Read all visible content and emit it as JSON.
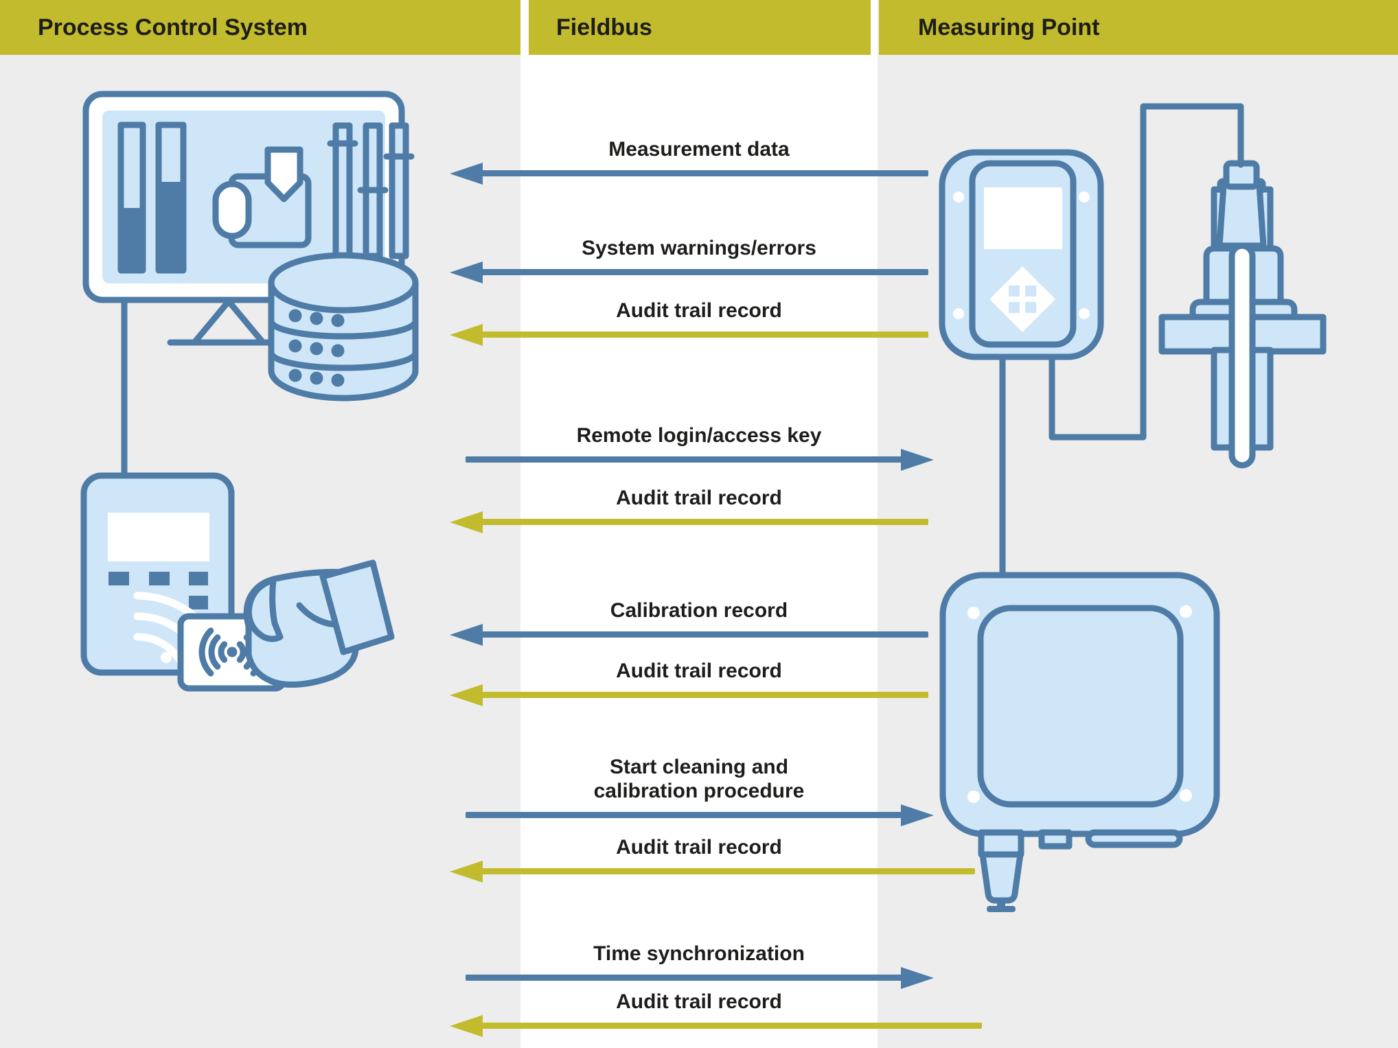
{
  "columns": [
    {
      "label": "Process Control System"
    },
    {
      "label": "Fieldbus"
    },
    {
      "label": "Measuring Point"
    }
  ],
  "messages": [
    {
      "label": "Measurement data",
      "direction": "to-process-control-system",
      "type": "data"
    },
    {
      "label": "System warnings/errors",
      "direction": "to-process-control-system",
      "type": "data"
    },
    {
      "label": "Audit trail record",
      "direction": "to-process-control-system",
      "type": "audit"
    },
    {
      "label": "Remote login/access key",
      "direction": "to-measuring-point",
      "type": "data"
    },
    {
      "label": "Audit trail record",
      "direction": "to-process-control-system",
      "type": "audit"
    },
    {
      "label": "Calibration record",
      "direction": "to-process-control-system",
      "type": "data"
    },
    {
      "label": "Audit trail record",
      "direction": "to-process-control-system",
      "type": "audit"
    },
    {
      "label": "Start cleaning and calibration procedure",
      "direction": "to-measuring-point",
      "type": "data"
    },
    {
      "label": "Audit trail record",
      "direction": "to-process-control-system",
      "type": "audit"
    },
    {
      "label": "Time synchronization",
      "direction": "to-measuring-point",
      "type": "data"
    },
    {
      "label": "Audit trail record",
      "direction": "to-process-control-system",
      "type": "audit"
    }
  ],
  "colors": {
    "header_bg": "#c2bb2d",
    "header_text": "#1d1d1b",
    "data_arrow": "#4e7ca7",
    "audit_arrow": "#c2bb2d",
    "illustration_fill": "#cfe6f8",
    "illustration_stroke": "#4e7ca7",
    "background": "#ededed",
    "fieldbus_column": "#ffffff"
  },
  "icons": [
    "scada-monitor-icon",
    "database-server-icon",
    "rfid-card-reader-icon",
    "rfid-card-icon",
    "hand-icon",
    "transmitter-display-icon",
    "ph-sensor-probe-icon",
    "analyzer-housing-icon"
  ]
}
